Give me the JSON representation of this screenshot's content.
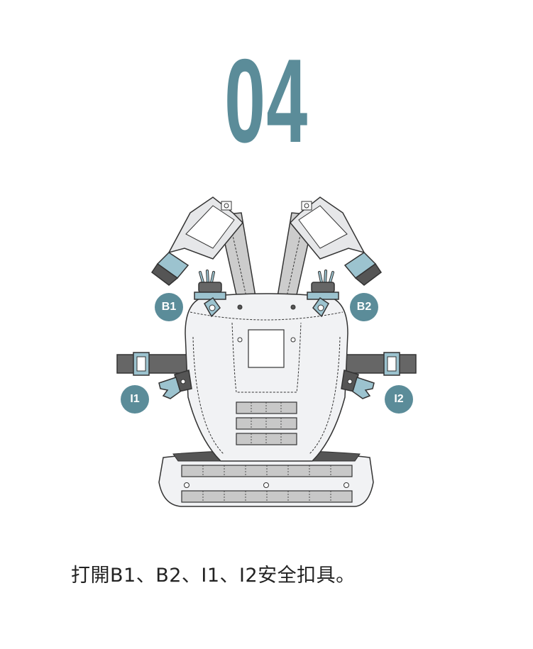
{
  "step": {
    "number": "04"
  },
  "badges": {
    "b1": "B1",
    "b2": "B2",
    "i1": "I1",
    "i2": "I2"
  },
  "instruction": {
    "text": "打開B1、B2、I1、I2安全扣具。"
  },
  "colors": {
    "accent": "#5b8c99",
    "outline": "#333333",
    "panel": "#f1f2f4",
    "strap": "#c8c8c8",
    "dark": "#555555",
    "buckle": "#9cc3cf"
  }
}
